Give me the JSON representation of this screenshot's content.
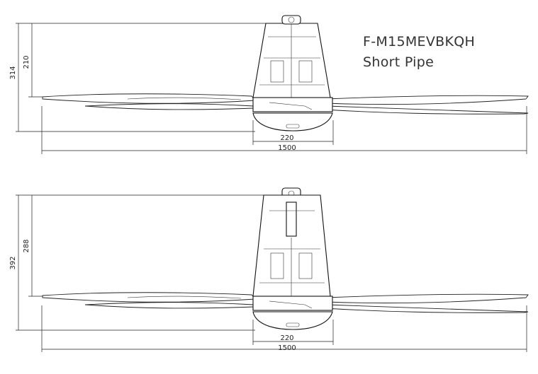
{
  "header": {
    "model": "F-M15MEVBKQH",
    "variant": "Short Pipe"
  },
  "drawings": [
    {
      "id": "short-pipe",
      "overall_height": "314",
      "motor_height": "210",
      "canopy_width": "220",
      "blade_span": "1500"
    },
    {
      "id": "long-pipe",
      "overall_height": "392",
      "motor_height": "288",
      "canopy_width": "220",
      "blade_span": "1500"
    }
  ],
  "icons": [
    "ceiling-fan-side-view"
  ],
  "colors": {
    "line": "#222222",
    "text": "#333333",
    "background": "#ffffff"
  }
}
